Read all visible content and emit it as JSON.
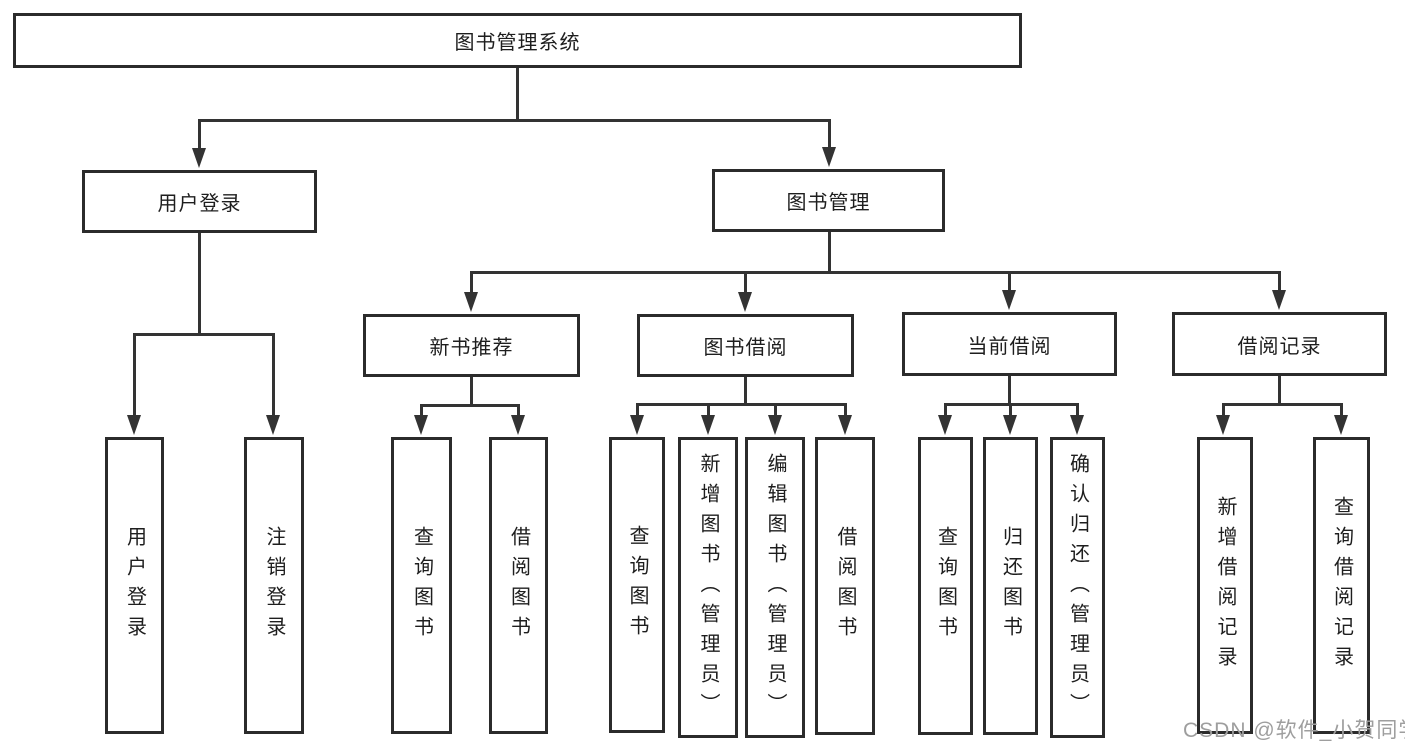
{
  "colors": {
    "background": "#ffffff",
    "line": "#333333",
    "box_border": "#2b2b2b",
    "box_fill": "#ffffff",
    "text": "#1e1e1e",
    "watermark": "#9e9e9e"
  },
  "nodes": {
    "root": "图书管理系统",
    "user_login": "用户登录",
    "book_mgmt": "图书管理",
    "new_book_rec": "新书推荐",
    "book_borrow": "图书借阅",
    "current_borrow": "当前借阅",
    "borrow_records": "借阅记录",
    "ul_user_login": "用户登录",
    "ul_logout": "注销登录",
    "nb_query_books": "查询图书",
    "nb_borrow_books": "借阅图书",
    "bb_query_books": "查询图书",
    "bb_add_books": "新增图书（管理员）",
    "bb_edit_books": "编辑图书（管理员）",
    "bb_borrow_books": "借阅图书",
    "cb_query_books": "查询图书",
    "cb_return_books": "归还图书",
    "cb_confirm_return": "确认归还（管理员）",
    "br_add_record": "新增借阅记录",
    "br_query_record": "查询借阅记录"
  },
  "watermark": {
    "text": "CSDN @软件_小贺同学"
  }
}
